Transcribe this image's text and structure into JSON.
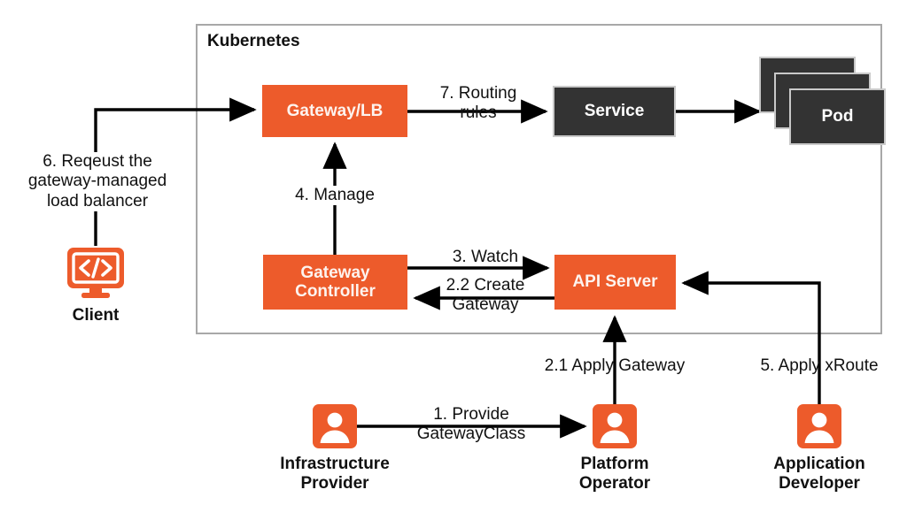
{
  "diagram": {
    "title": "Kubernetes Gateway API request flow",
    "colors": {
      "orange": "#ed5b2b",
      "dark": "#333333",
      "frame_border": "#a8a8a8",
      "arrow": "#000000",
      "text": "#111111",
      "box_text_light": "#fdf3ee"
    },
    "cluster": {
      "label": "Kubernetes"
    },
    "nodes": {
      "gateway_lb": "Gateway/LB",
      "service": "Service",
      "pod": "Pod",
      "gateway_controller": "Gateway\nController",
      "api_server": "API Server"
    },
    "edge_labels": {
      "routing_rules": "7. Routing\nrules",
      "manage": "4. Manage",
      "watch": "3. Watch",
      "create_gateway": "2.2 Create\nGateway",
      "request_lb": "6. Reqeust the\ngateway-managed\nload balancer",
      "apply_gateway": "2.1 Apply Gateway",
      "apply_xroute": "5. Apply xRoute",
      "provide_gatewayclass": "1. Provide\nGatewayClass"
    },
    "actors": {
      "client": {
        "name": "Client",
        "icon": "monitor-code-icon"
      },
      "infrastructure_provider": {
        "name": "Infrastructure\nProvider",
        "icon": "person-icon"
      },
      "platform_operator": {
        "name": "Platform\nOperator",
        "icon": "person-icon"
      },
      "application_developer": {
        "name": "Application\nDeveloper",
        "icon": "person-icon"
      }
    }
  }
}
